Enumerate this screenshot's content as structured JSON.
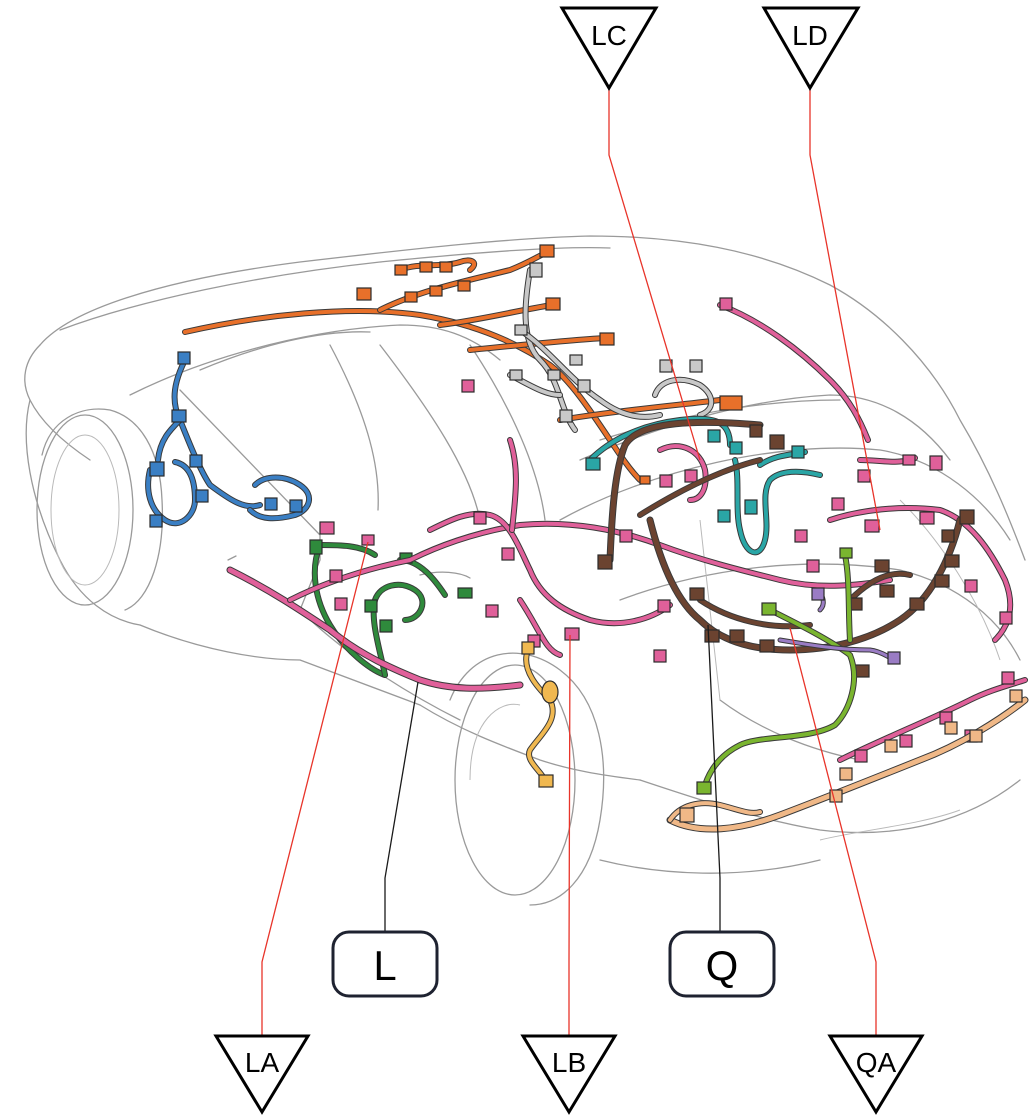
{
  "harness_callouts": [
    {
      "id": "LC",
      "label": "LC",
      "kind": "triangle"
    },
    {
      "id": "LD",
      "label": "LD",
      "kind": "triangle"
    },
    {
      "id": "LA",
      "label": "LA",
      "kind": "triangle"
    },
    {
      "id": "LB",
      "label": "LB",
      "kind": "triangle"
    },
    {
      "id": "QA",
      "label": "QA",
      "kind": "triangle"
    },
    {
      "id": "L",
      "label": "L",
      "kind": "box"
    },
    {
      "id": "Q",
      "label": "Q",
      "kind": "box"
    }
  ],
  "colors": {
    "pink_harness": "#e0609a",
    "orange_harness": "#e8702a",
    "blue_harness": "#3a7fc4",
    "green_harness": "#2f8a3c",
    "brown_harness": "#6b4330",
    "teal_harness": "#2aa6a6",
    "lime_harness": "#7ab52f",
    "gray_harness": "#c8c8c8",
    "peach_harness": "#f0b887",
    "yellow_harness": "#f0b850",
    "purple_harness": "#9a7cc4",
    "leader_red": "#e8342a",
    "leader_black": "#1a1a1a"
  }
}
